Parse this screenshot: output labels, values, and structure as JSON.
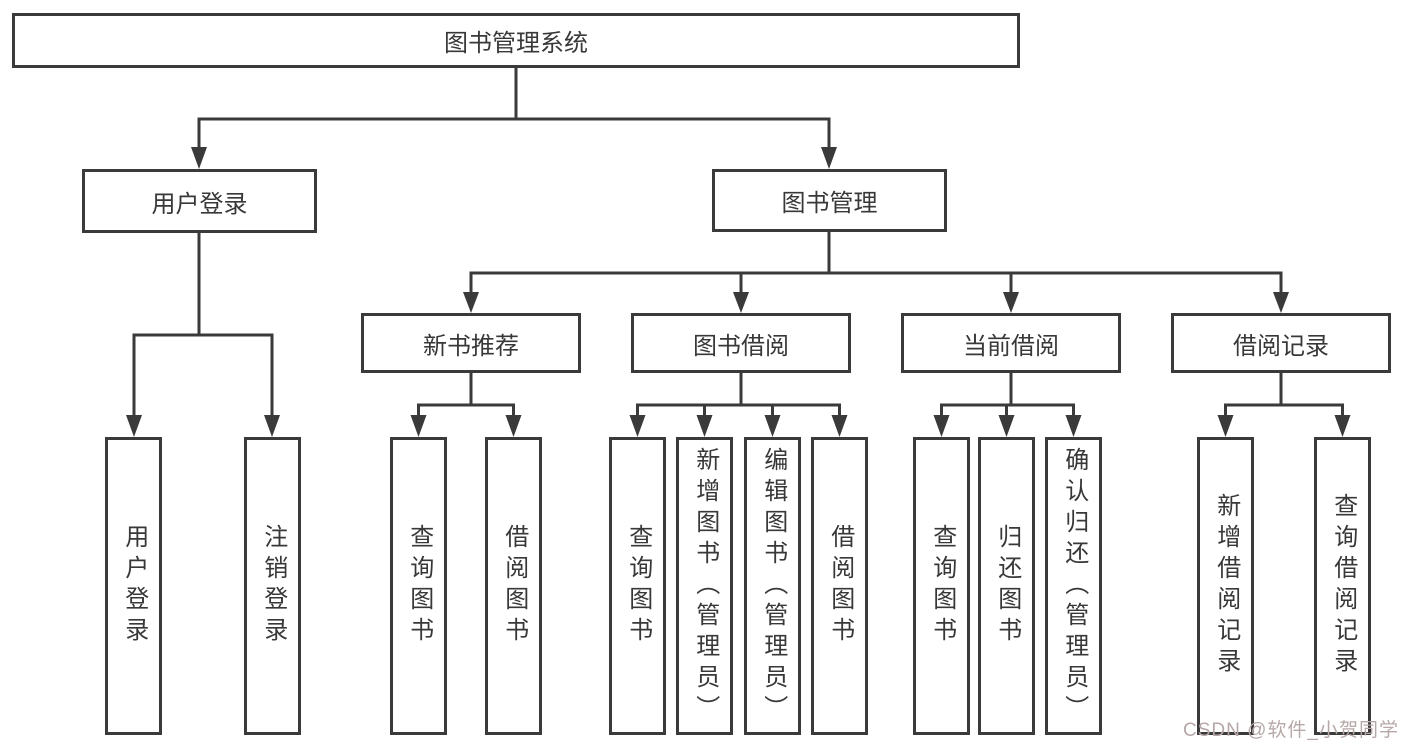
{
  "diagram": {
    "root": "图书管理系统",
    "branches": [
      {
        "label": "用户登录",
        "children": [
          "用户登录",
          "注销登录"
        ]
      },
      {
        "label": "图书管理",
        "children": [
          {
            "label": "新书推荐",
            "children": [
              "查询图书",
              "借阅图书"
            ]
          },
          {
            "label": "图书借阅",
            "children": [
              "查询图书",
              "新增图书（管理员）",
              "编辑图书（管理员）",
              "借阅图书"
            ]
          },
          {
            "label": "当前借阅",
            "children": [
              "查询图书",
              "归还图书",
              "确认归还（管理员）"
            ]
          },
          {
            "label": "借阅记录",
            "children": [
              "新增借阅记录",
              "查询借阅记录"
            ]
          }
        ]
      }
    ],
    "colors": {
      "line": "#3a3a3a",
      "text": "#383838",
      "watermark": "#b7a8a8"
    }
  },
  "watermark": {
    "text": "CSDN @软件_小贺同学"
  }
}
